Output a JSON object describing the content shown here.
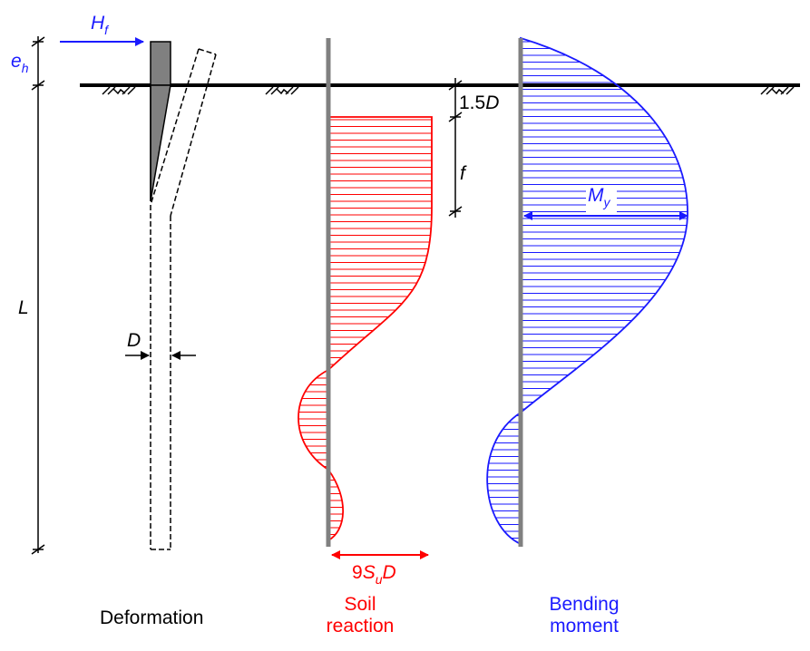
{
  "colors": {
    "ground": "#000000",
    "pile": "#808080",
    "reaction": "#ff0000",
    "moment": "#1a1aff",
    "wedge_fill": "#808080"
  },
  "labels": {
    "hf_main": "H",
    "hf_sub": "f",
    "eh_main": "e",
    "eh_sub": "h",
    "L": "L",
    "D": "D",
    "depth_prefix": "1.5",
    "depth_D": "D",
    "f": "f",
    "my_main": "M",
    "my_sub": "y",
    "su_prefix": "9",
    "su_S": "S",
    "su_sub": "u",
    "su_D": "D",
    "caption_deformation": "Deformation",
    "caption_soil_1": "Soil",
    "caption_soil_2": "reaction",
    "caption_moment_1": "Bending",
    "caption_moment_2": "moment"
  }
}
